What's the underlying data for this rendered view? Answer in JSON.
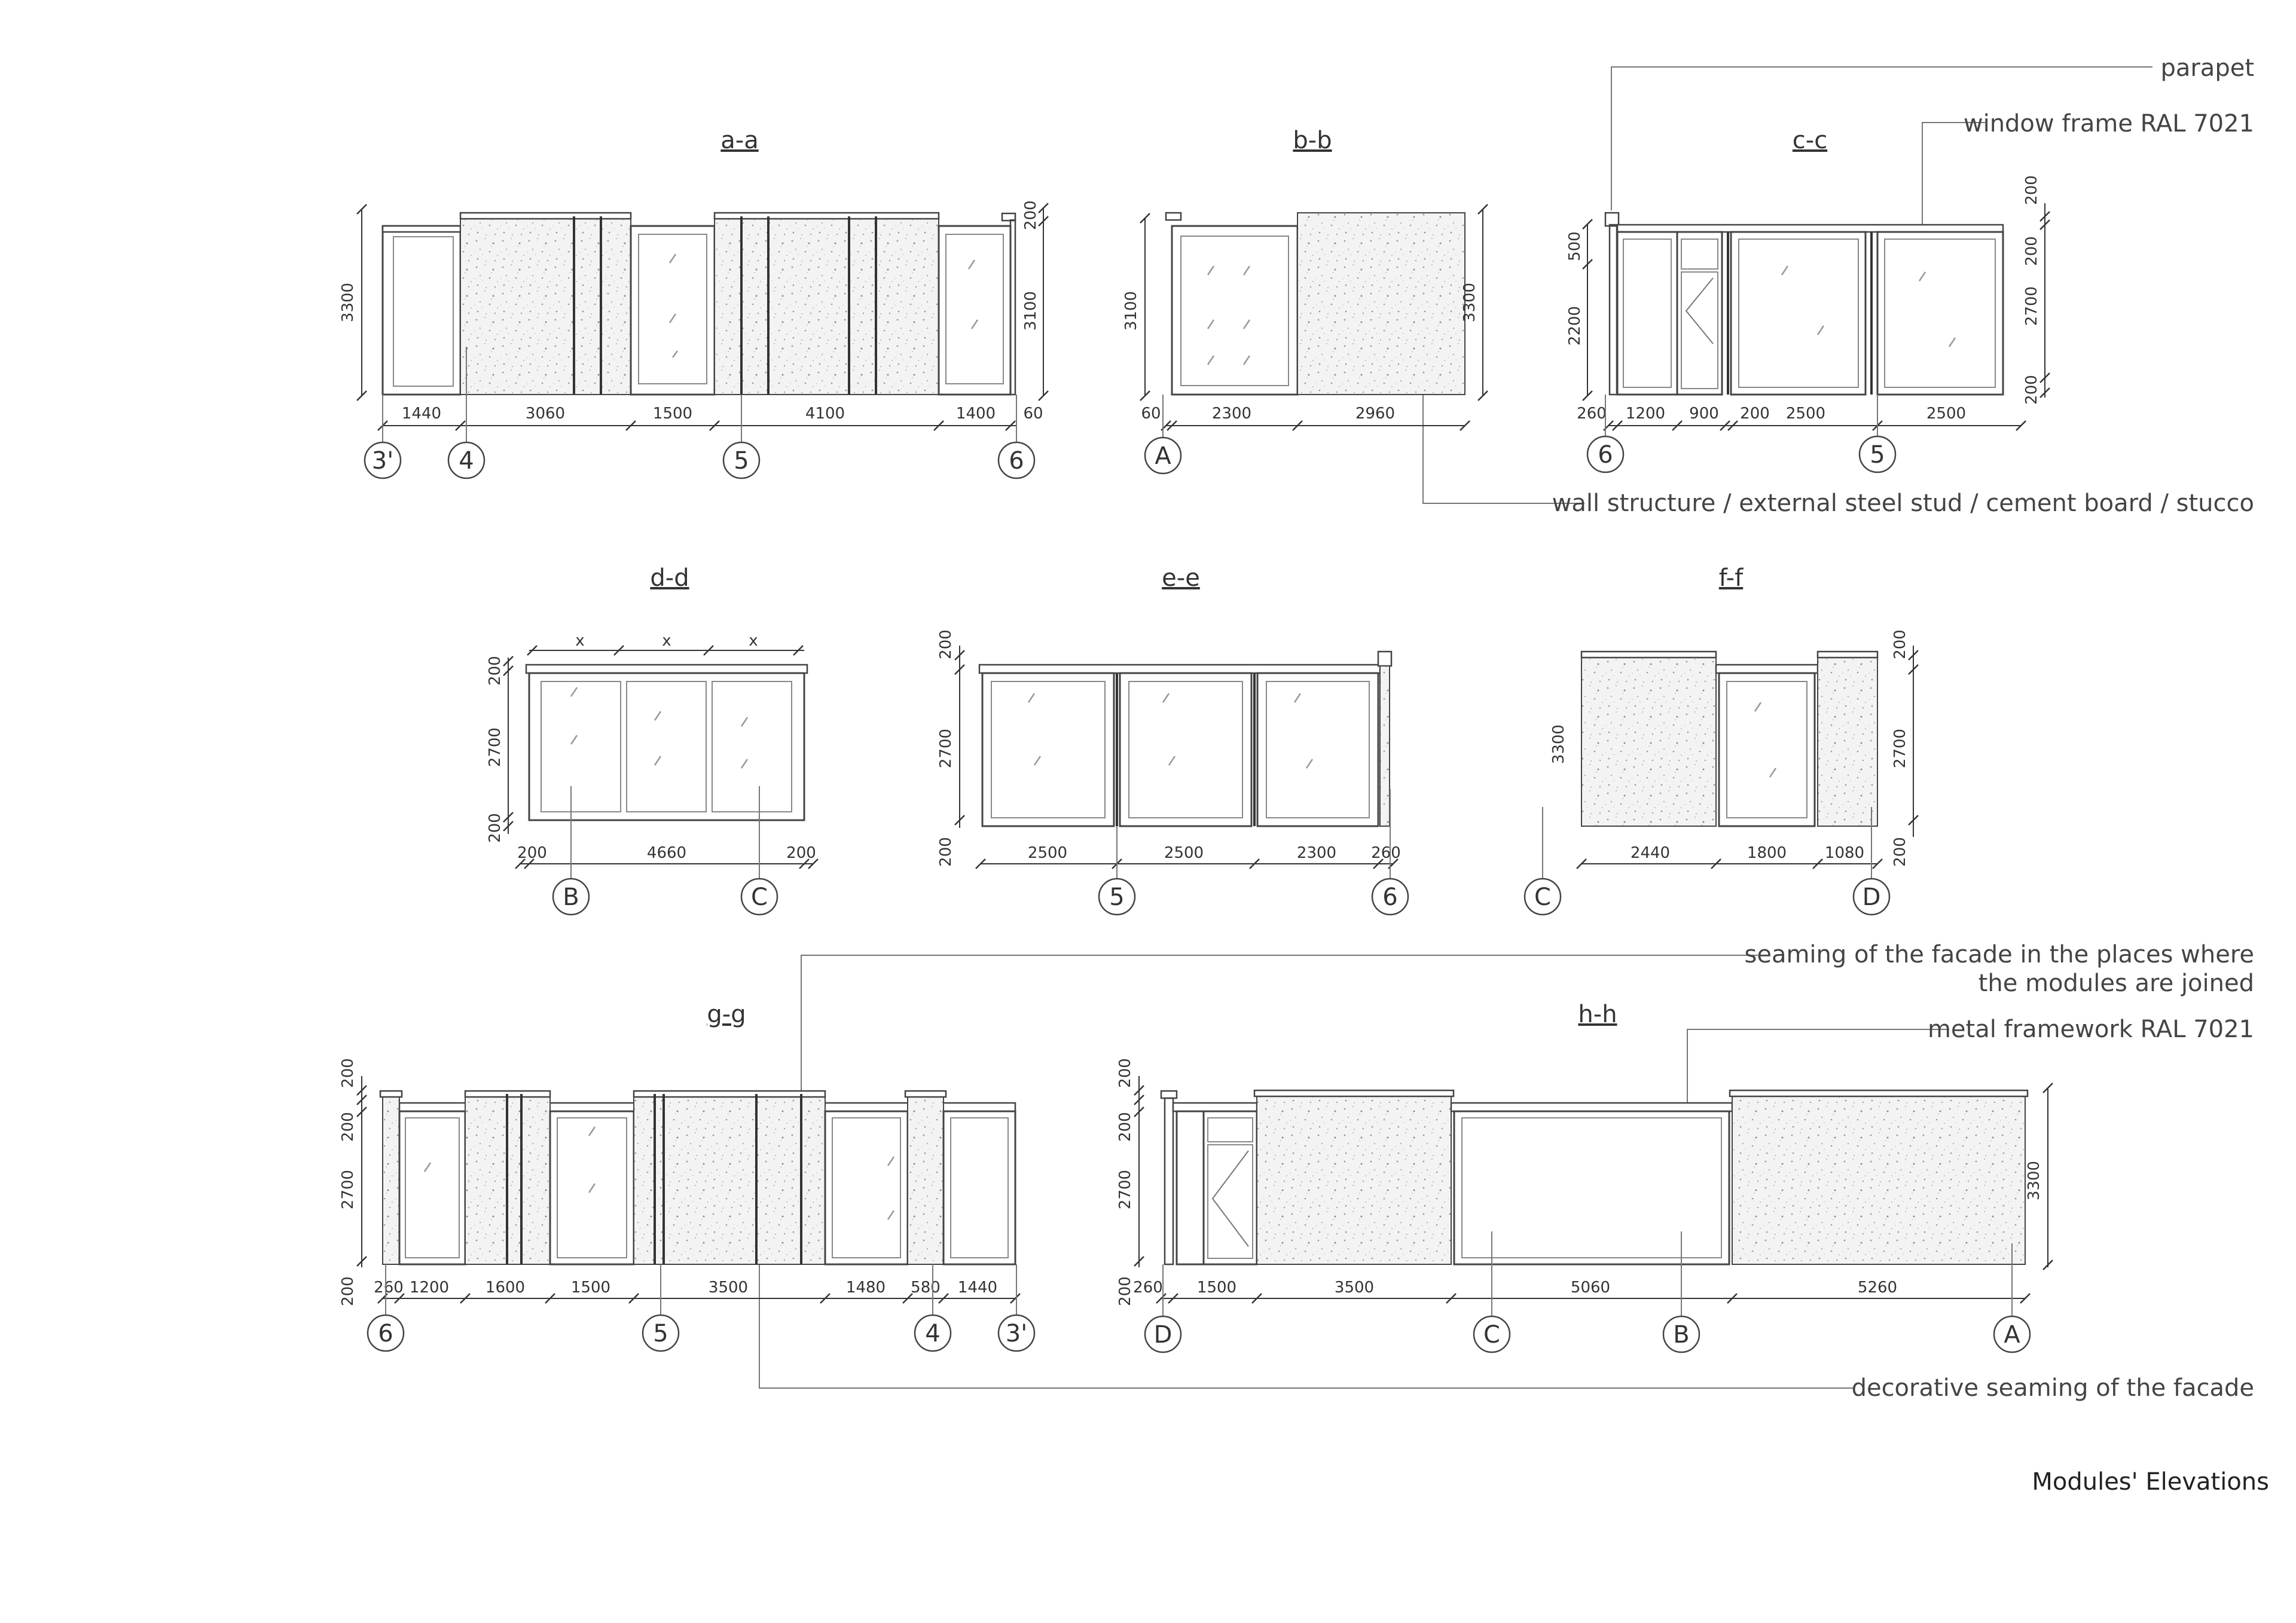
{
  "sheet_title": "Modules' Elevations",
  "annotations": {
    "parapet": "parapet",
    "window_frame": "window frame RAL 7021",
    "wall_structure": "wall structure / external steel stud / cement board / stucco",
    "seaming_1": "seaming of the facade in the places where",
    "seaming_2": "the modules are joined",
    "metal_framework": "metal framework RAL 7021",
    "decorative_seaming": "decorative seaming of the facade"
  },
  "elevations": {
    "aa": {
      "title": "a-a",
      "horizontal_dims": [
        "1440",
        "3060",
        "1500",
        "4100",
        "1400",
        "60"
      ],
      "vertical_dims": [
        "3300",
        "200",
        "3100"
      ],
      "grid": [
        "3'",
        "4",
        "5",
        "6"
      ]
    },
    "bb": {
      "title": "b-b",
      "horizontal_dims": [
        "60",
        "2300",
        "2960"
      ],
      "vertical_dims": [
        "3100",
        "3300"
      ],
      "grid": [
        "A"
      ]
    },
    "cc": {
      "title": "c-c",
      "horizontal_dims": [
        "260",
        "1200",
        "900",
        "200",
        "2500",
        "2500"
      ],
      "vertical_dims": [
        "500",
        "2200",
        "200",
        "200",
        "2700",
        "200"
      ],
      "grid": [
        "6",
        "5"
      ]
    },
    "dd": {
      "title": "d-d",
      "top_dims": [
        "x",
        "x",
        "x"
      ],
      "horizontal_dims": [
        "200",
        "4660",
        "200"
      ],
      "vertical_dims": [
        "200",
        "2700",
        "200"
      ],
      "grid": [
        "B",
        "C"
      ]
    },
    "ee": {
      "title": "e-e",
      "horizontal_dims": [
        "2500",
        "2500",
        "2300",
        "260"
      ],
      "vertical_dims": [
        "200",
        "2700",
        "200"
      ],
      "grid": [
        "5",
        "6"
      ]
    },
    "ff": {
      "title": "f-f",
      "horizontal_dims": [
        "2440",
        "1800",
        "1080"
      ],
      "vertical_dims": [
        "3300",
        "200",
        "2700",
        "200"
      ],
      "grid": [
        "C",
        "D"
      ]
    },
    "gg": {
      "title": "g-g",
      "horizontal_dims": [
        "260",
        "1200",
        "1600",
        "1500",
        "3500",
        "1480",
        "580",
        "1440"
      ],
      "vertical_dims": [
        "200",
        "200",
        "2700",
        "200"
      ],
      "grid": [
        "6",
        "5",
        "4",
        "3'"
      ]
    },
    "hh": {
      "title": "h-h",
      "horizontal_dims": [
        "260",
        "1500",
        "3500",
        "5060",
        "5260"
      ],
      "vertical_dims": [
        "200",
        "200",
        "2700",
        "200",
        "3300"
      ],
      "grid": [
        "D",
        "C",
        "B",
        "A"
      ]
    }
  }
}
